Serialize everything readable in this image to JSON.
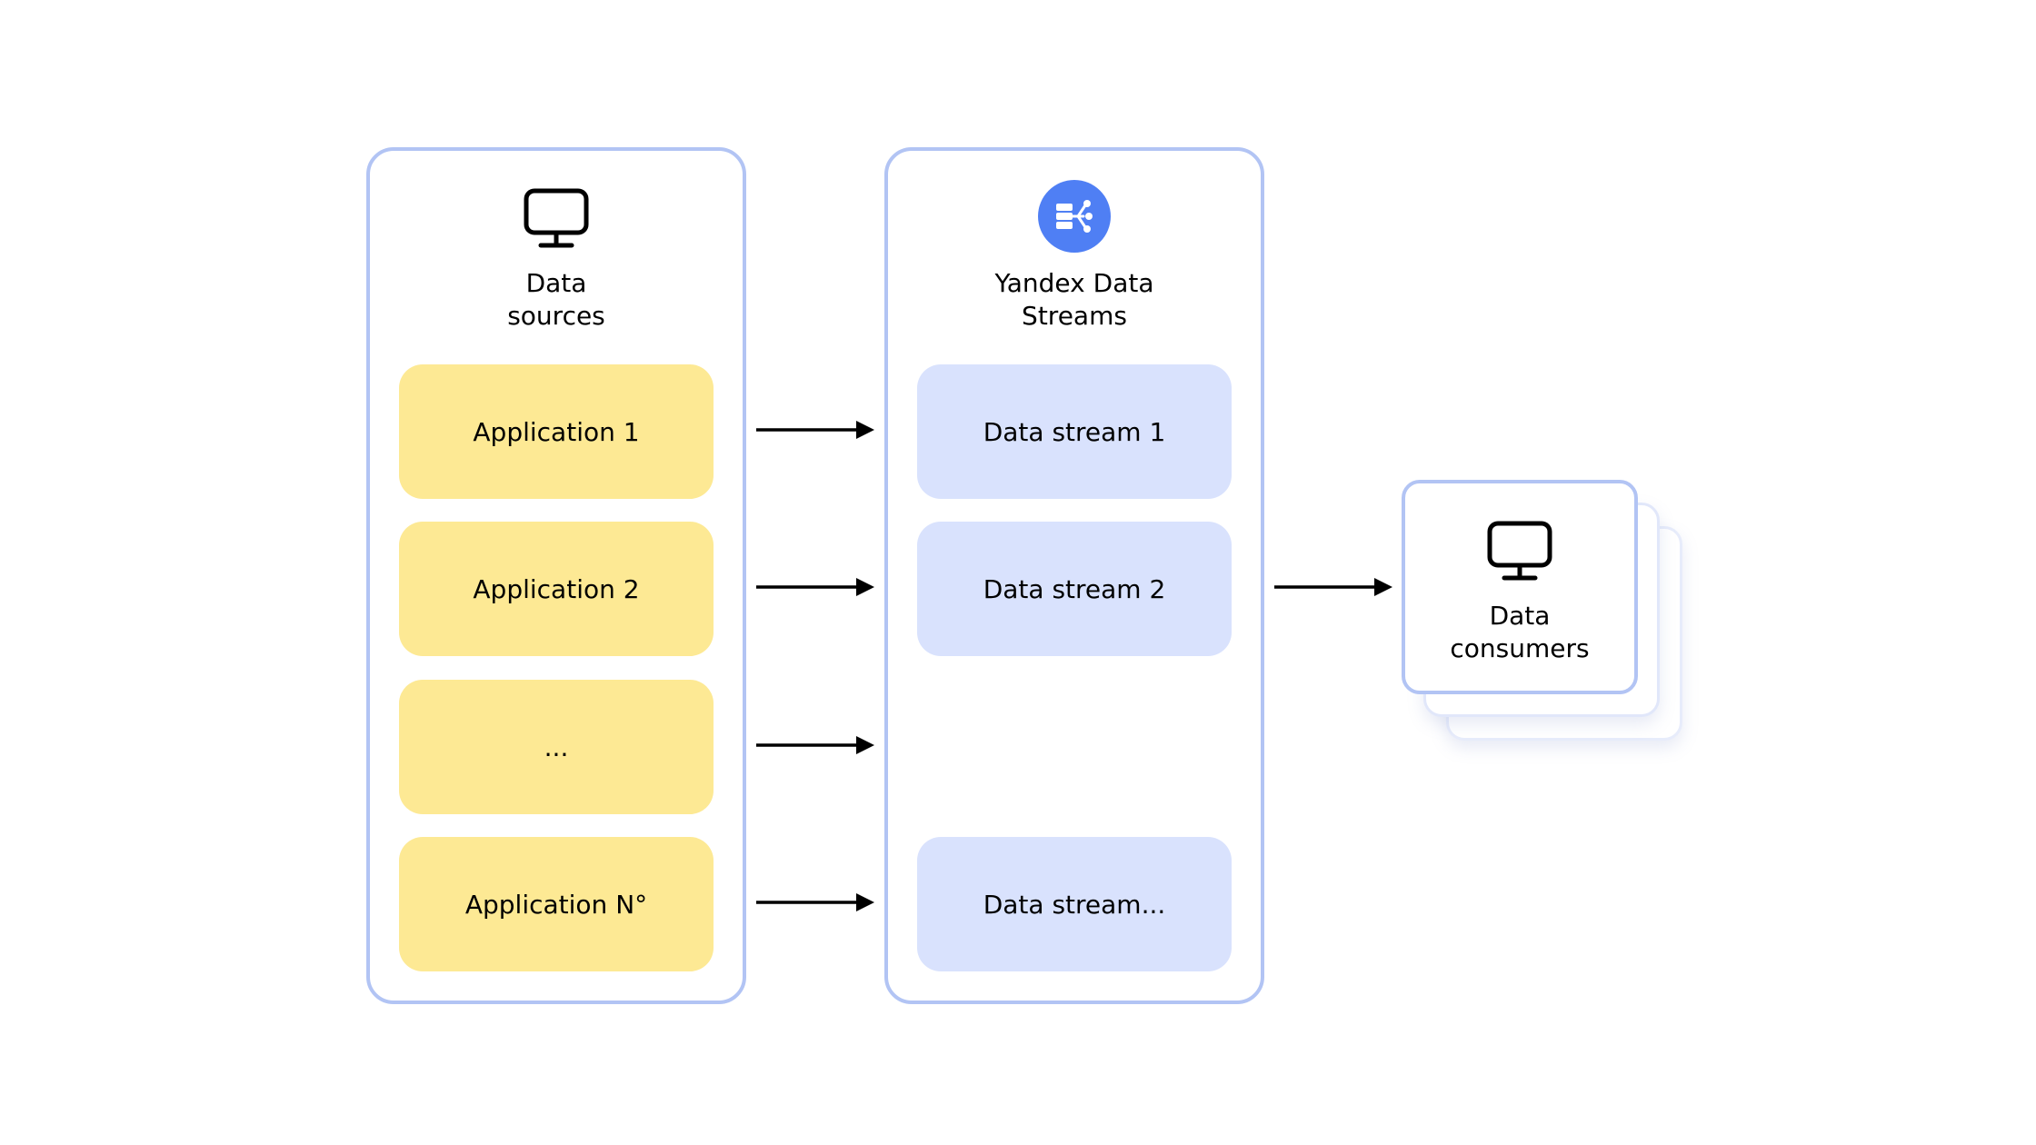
{
  "sources": {
    "title_lines": [
      "Data",
      "sources"
    ],
    "icon": "monitor-icon",
    "items": [
      {
        "label": "Application 1"
      },
      {
        "label": "Application 2"
      },
      {
        "label": "..."
      },
      {
        "label": "Application N°"
      }
    ]
  },
  "streams": {
    "title_lines": [
      "Yandex Data",
      "Streams"
    ],
    "icon": "data-streams-logo-icon",
    "items": [
      {
        "label": "Data stream 1"
      },
      {
        "label": "Data stream 2"
      },
      {
        "label": "Data stream..."
      }
    ]
  },
  "consumers": {
    "title_lines": [
      "Data",
      "consumers"
    ],
    "icon": "monitor-icon"
  },
  "colors": {
    "panel_border": "#b2c4f4",
    "application_fill": "#fde994",
    "stream_fill": "#d9e2fd",
    "logo_fill": "#4f7ff4",
    "arrow": "#000000"
  }
}
